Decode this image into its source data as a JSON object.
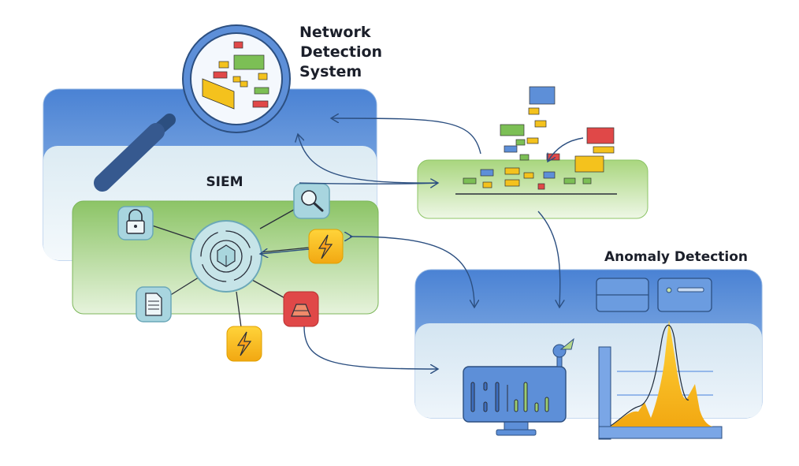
{
  "labels": {
    "nds_line1": "Network",
    "nds_line2": "Detection",
    "nds_line3": "System",
    "siem": "SIEM",
    "anomaly": "Anomaly Detection"
  },
  "colors": {
    "blue": "#4d84d6",
    "light_blue": "#e3eef8",
    "green": "#8cc466",
    "yellow": "#f4c21d",
    "red": "#e04848",
    "teal": "#a8d5df",
    "arrow": "#2c4f80"
  },
  "icons": [
    "magnifier-icon",
    "lock-icon",
    "search-icon",
    "lightning-icon",
    "document-icon",
    "firewall-icon",
    "hub-icon",
    "server-icon",
    "monitor-icon",
    "satellite-icon",
    "chart-icon"
  ]
}
